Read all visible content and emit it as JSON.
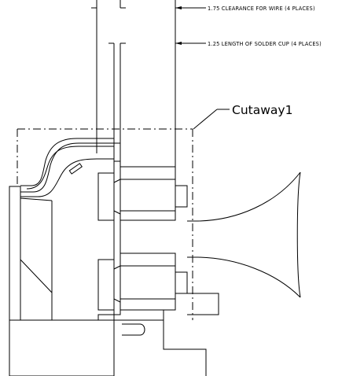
{
  "annotations": {
    "wire_clearance": "1.75 CLEARANCE FOR WIRE (4 PLACES)",
    "solder_cup_length": "1.25 LENGTH OF SOLDER CUP (4 PLACES)",
    "cutaway_label": "Cutaway1"
  },
  "colors": {
    "line": "#000000",
    "background": "#ffffff"
  }
}
